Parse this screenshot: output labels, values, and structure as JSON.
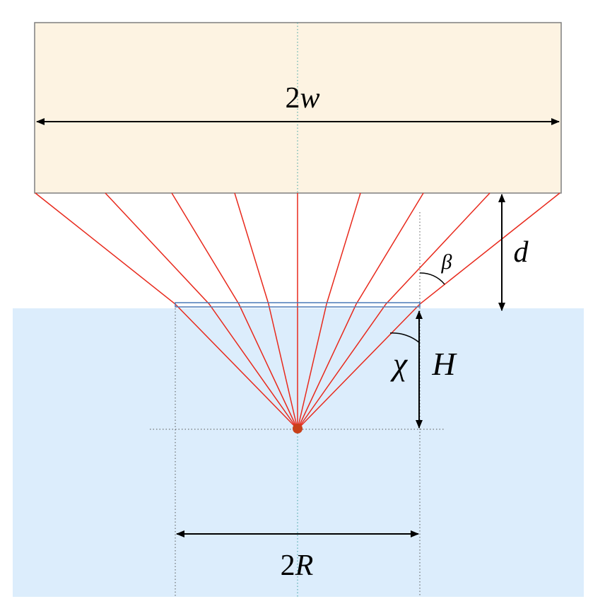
{
  "colors": {
    "top_block_fill": "#fdf3e2",
    "top_block_stroke": "#7f7f7f",
    "medium_fill": "#dcedfc",
    "window_stroke": "#4a7ab8",
    "ray": "#e8291c",
    "source": "#c8401a",
    "dotted_guide_dark": "#555555",
    "center_axis": "#3aa0a0",
    "arrow": "#000000"
  },
  "labels": {
    "width_number": "2",
    "width_symbol": "w",
    "gap_symbol": "d",
    "beta_symbol": "β",
    "chi_symbol": "χ",
    "depth_symbol": "H",
    "radius_number": "2",
    "radius_symbol": "R"
  },
  "icons": {
    "source": "point-source-dot",
    "arrows": "double-headed-arrow"
  }
}
